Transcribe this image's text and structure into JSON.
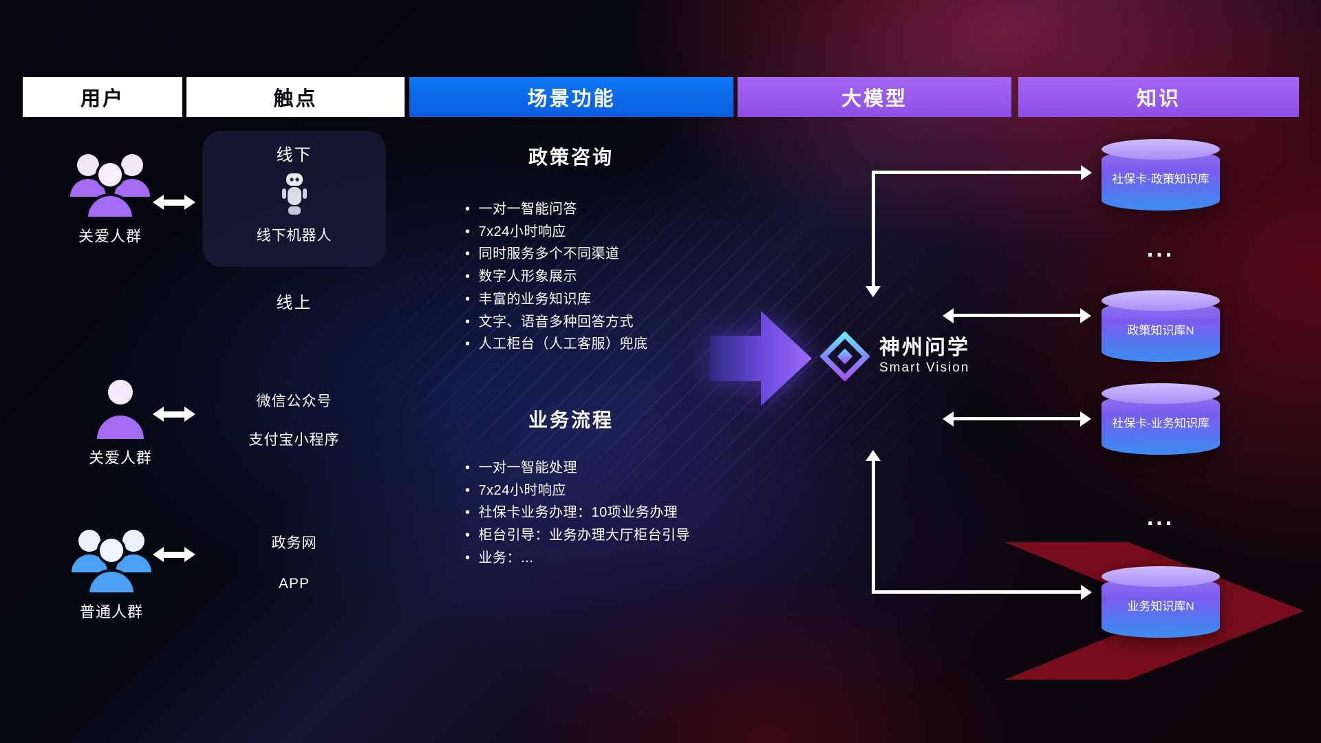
{
  "header": {
    "user": "用户",
    "touchpoint": "触点",
    "scene": "场景功能",
    "model": "大模型",
    "knowledge": "知识"
  },
  "users": {
    "group1": {
      "label": "关爱人群"
    },
    "group2": {
      "label": "关爱人群"
    },
    "group3": {
      "label": "普通人群"
    }
  },
  "touchpoints": {
    "offline": {
      "title": "线下",
      "robot_label": "线下机器人"
    },
    "online": {
      "title": "线上",
      "wechat": "微信公众号",
      "alipay": "支付宝小程序",
      "gov": "政务网",
      "app": "APP"
    }
  },
  "scenes": {
    "policy": {
      "title": "政策咨询",
      "items": [
        "一对一智能问答",
        "7x24小时响应",
        "同时服务多个不同渠道",
        "数字人形象展示",
        "丰富的业务知识库",
        "文字、语音多种回答方式",
        "人工柜台（人工客服）兜底"
      ]
    },
    "business": {
      "title": "业务流程",
      "items": [
        "一对一智能处理",
        "7x24小时响应",
        "社保卡业务办理：10项业务办理",
        "柜台引导：业务办理大厅柜台引导",
        "业务：..."
      ]
    }
  },
  "model": {
    "name": "神州问学",
    "subtitle": "Smart Vision"
  },
  "knowledge": {
    "kb1": "社保卡-政策知识库",
    "dots1": "...",
    "kb2": "政策知识库N",
    "kb3": "社保卡-业务知识库",
    "dots2": "...",
    "kb4": "业务知识库N"
  },
  "icons": {
    "users_group": "group-of-people",
    "user_single": "single-person",
    "robot": "service-robot",
    "logo": "diamond-logo",
    "knowledge_base": "database-cylinder",
    "flow": "big-right-arrow",
    "link": "double-headed-arrow"
  },
  "colors": {
    "scene_header_blue": "#0b6af0",
    "model_header_purple": "#9a5bf0",
    "user_purple": "#a46bf5",
    "user_blue": "#4ba1f5",
    "cylinder_top": "#bda5f9",
    "cylinder_body_bottom": "#3f8df2",
    "connector_white": "#ffffff",
    "background_red_glow": "#b01227",
    "background_blue_glow": "#2642be"
  }
}
